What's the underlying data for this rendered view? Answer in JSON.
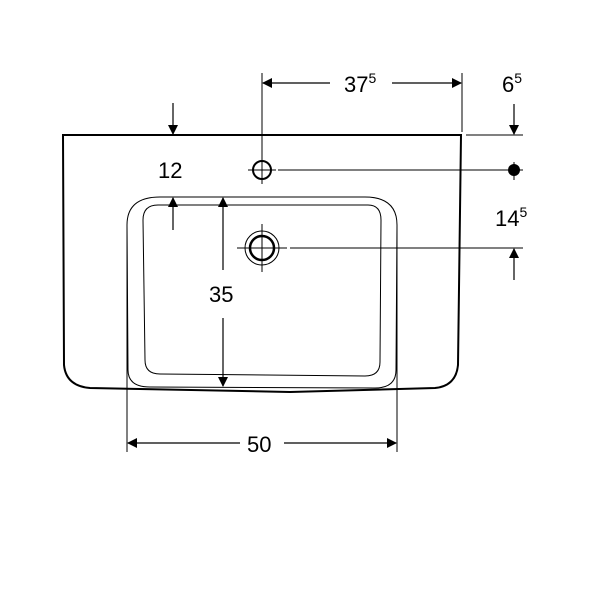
{
  "dimensions": {
    "tap_to_edge": {
      "main": "37",
      "sup": "5"
    },
    "edge_offset": {
      "main": "6",
      "sup": "5"
    },
    "tap_to_drain": {
      "main": "14",
      "sup": "5"
    },
    "rim_to_bowl": {
      "main": "12"
    },
    "bowl_depth": {
      "main": "35"
    },
    "bowl_width": {
      "main": "50"
    }
  }
}
